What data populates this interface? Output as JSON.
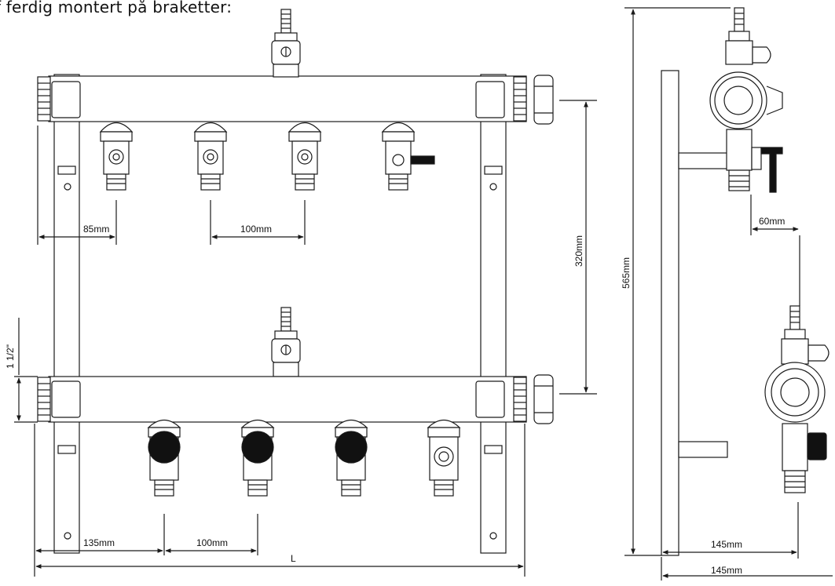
{
  "caption": "f ferdig montert på braketter:",
  "dimensions": {
    "supply_spacing": "85mm",
    "supply_pitch": "100mm",
    "return_spacing": "135mm",
    "return_pitch": "100mm",
    "total_length": "L",
    "vertical_gap": "320mm",
    "pipe_size": "1 1/2\"",
    "total_height": "565mm",
    "side_offset": "60mm",
    "side_depth_upper": "145mm",
    "side_depth_lower": "145mm"
  },
  "colors": {
    "line": "#1a1a1a",
    "knob": "#111111",
    "background": "#ffffff"
  }
}
